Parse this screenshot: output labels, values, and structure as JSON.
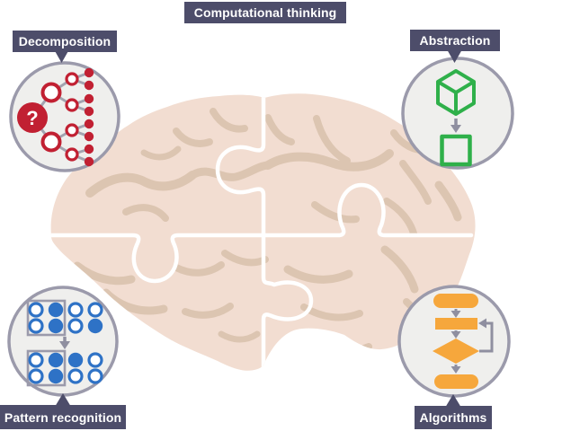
{
  "title": "Computational thinking",
  "concepts": [
    {
      "id": "decomposition",
      "label": "Decomposition",
      "position": "top-left",
      "icon": "decomposition-tree-icon"
    },
    {
      "id": "abstraction",
      "label": "Abstraction",
      "position": "top-right",
      "icon": "abstraction-cube-icon"
    },
    {
      "id": "pattern-recognition",
      "label": "Pattern recognition",
      "position": "bottom-left",
      "icon": "pattern-dots-icon"
    },
    {
      "id": "algorithms",
      "label": "Algorithms",
      "position": "bottom-right",
      "icon": "flowchart-icon"
    }
  ],
  "decomposition_icon": {
    "root_symbol": "?"
  },
  "pattern_icon": {
    "top_grid_rows": [
      "open,filled,open,open",
      "open,filled,open,filled"
    ],
    "bottom_grid_rows": [
      "open,filled,filled,open",
      "open,filled,open,open"
    ]
  },
  "center_illustration": "brain made of four jigsaw puzzle pieces",
  "colors": {
    "label_background": "#4d4d6a",
    "label_text": "#ffffff",
    "brain_fill": "#f2ddd1",
    "brain_folds": "#dcc5b1",
    "puzzle_line": "#ffffff",
    "circle_fill": "#efefed",
    "circle_border": "#9b9aab",
    "decomposition_red": "#c12032",
    "pattern_blue": "#2e72c6",
    "abstraction_green": "#2fb04a",
    "algorithms_orange": "#f6a73c",
    "connector_gray": "#8f8fa0"
  }
}
